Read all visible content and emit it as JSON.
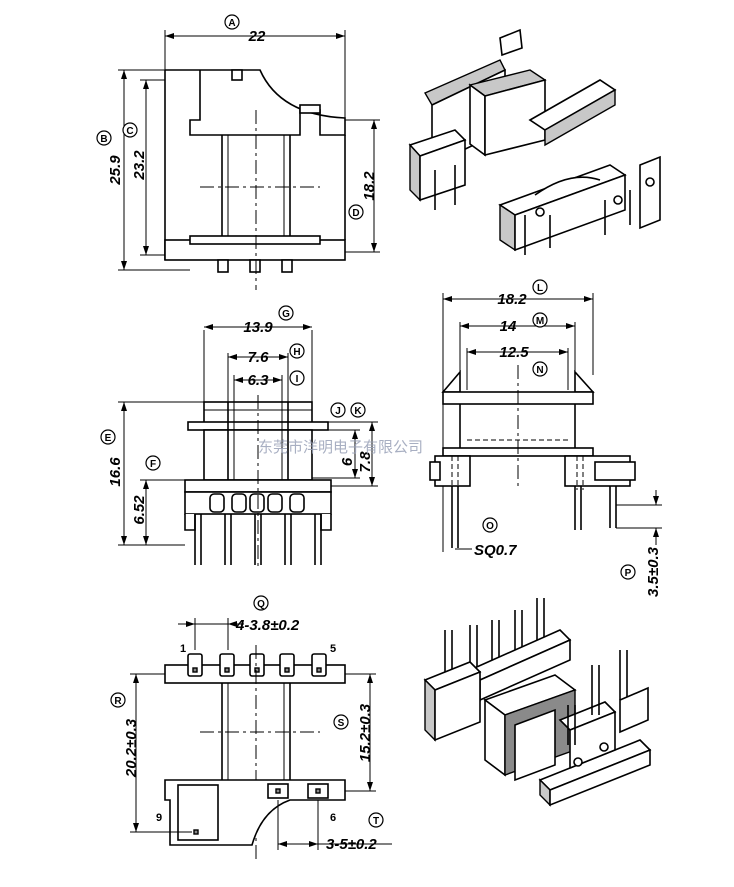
{
  "watermark": "东莞市洋明电子有限公司",
  "top_view": {
    "label_a": "A",
    "value_a": "22",
    "label_b": "B",
    "value_b": "25.9",
    "label_c": "C",
    "value_c": "23.2",
    "label_d": "D",
    "value_d": "18.2"
  },
  "front_view": {
    "label_g": "G",
    "value_g": "13.9",
    "label_h": "H",
    "value_h": "7.6",
    "label_i": "I",
    "value_i": "6.3",
    "label_j": "J",
    "label_k": "K",
    "value_j": "6",
    "value_k": "7.8",
    "label_e": "E",
    "value_e": "16.6",
    "label_f": "F",
    "value_f": "6.52"
  },
  "side_view": {
    "label_l": "L",
    "value_l": "18.2",
    "label_m": "M",
    "value_m": "14",
    "label_n": "N",
    "value_n": "12.5",
    "label_o": "O",
    "value_o": "SQ0.7",
    "label_p": "P",
    "value_p": "3.5±0.3"
  },
  "bottom_view": {
    "label_q": "Q",
    "value_q": "4-3.8±0.2",
    "label_r": "R",
    "value_r": "20.2±0.3",
    "label_s": "S",
    "value_s": "15.2±0.3",
    "label_t": "T",
    "value_t": "3-5±0.2",
    "pin_1": "1",
    "pin_5": "5",
    "pin_6": "6",
    "pin_9": "9"
  }
}
